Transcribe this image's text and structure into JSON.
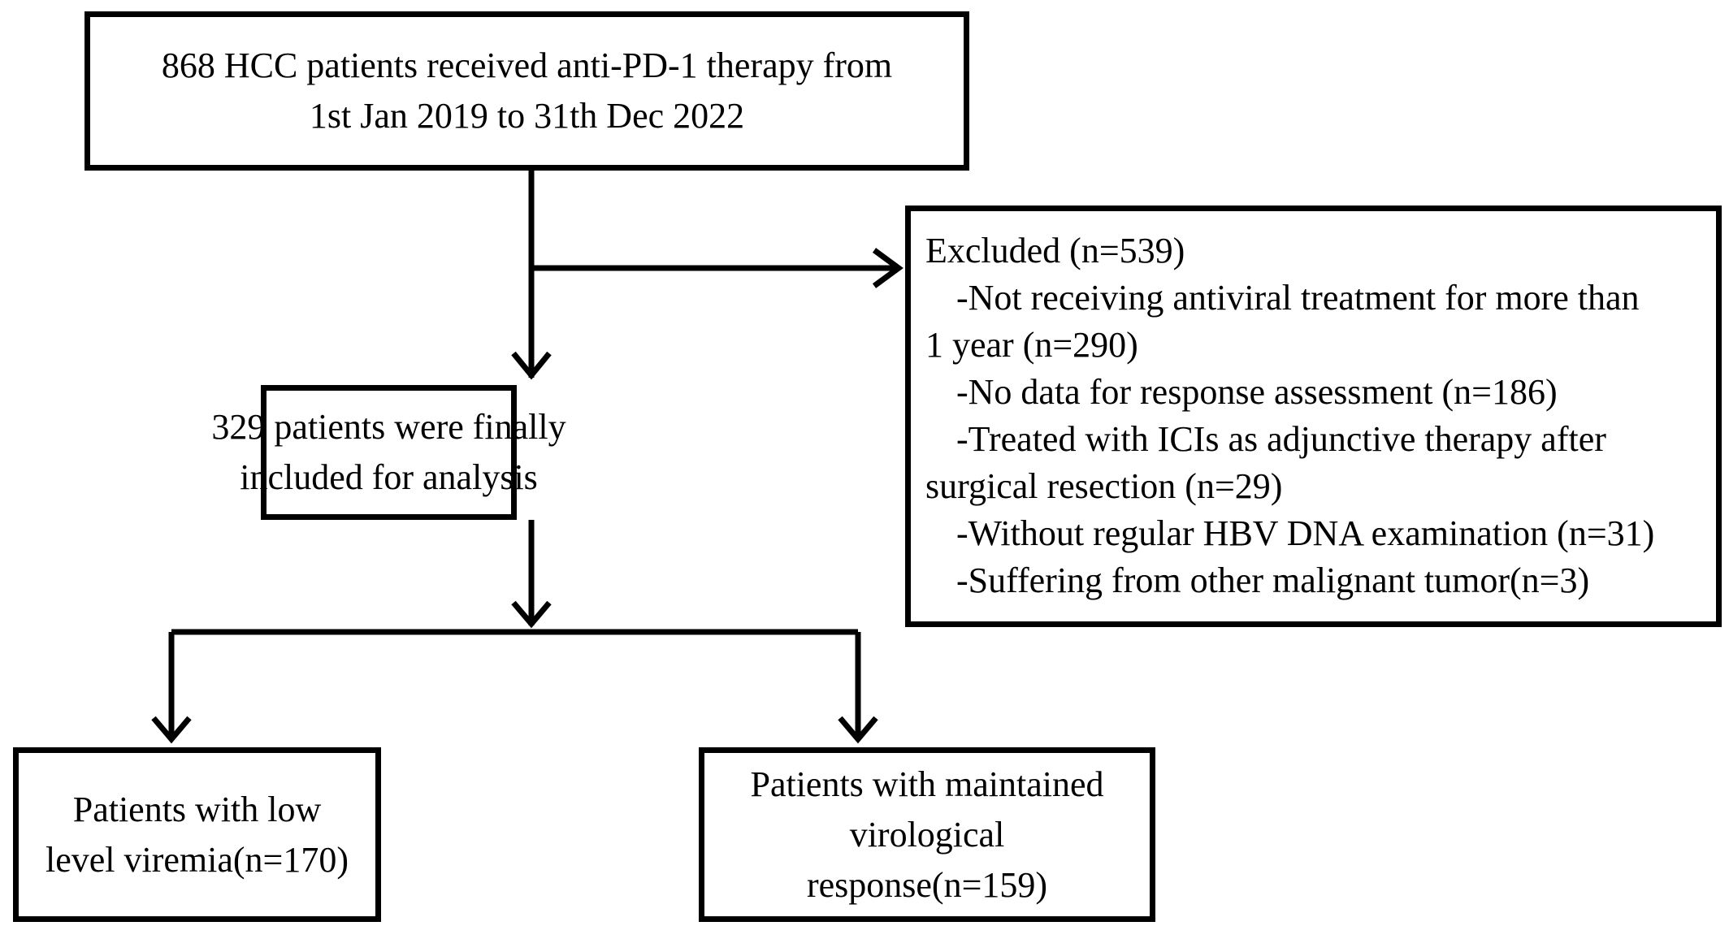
{
  "flowchart": {
    "top_box": {
      "line1": "868 HCC patients received anti-PD-1 therapy from",
      "line2": "1st Jan 2019 to 31th Dec 2022"
    },
    "included_box": {
      "line1": "329 patients were finally",
      "line2": "included for analysis"
    },
    "excluded_box": {
      "title": "Excluded (n=539)",
      "items": [
        "-Not receiving antiviral treatment for more than",
        "1 year (n=290)",
        "-No data for response assessment  (n=186)",
        "-Treated with ICIs as adjunctive therapy after",
        "surgical resection (n=29)",
        "-Without regular HBV DNA examination (n=31)",
        "-Suffering from other malignant tumor(n=3)"
      ]
    },
    "low_viremia_box": {
      "line1": "Patients with low",
      "line2": "level viremia(n=170)"
    },
    "mvr_box": {
      "line1": "Patients with maintained",
      "line2": "virological",
      "line3": "response(n=159)"
    }
  }
}
